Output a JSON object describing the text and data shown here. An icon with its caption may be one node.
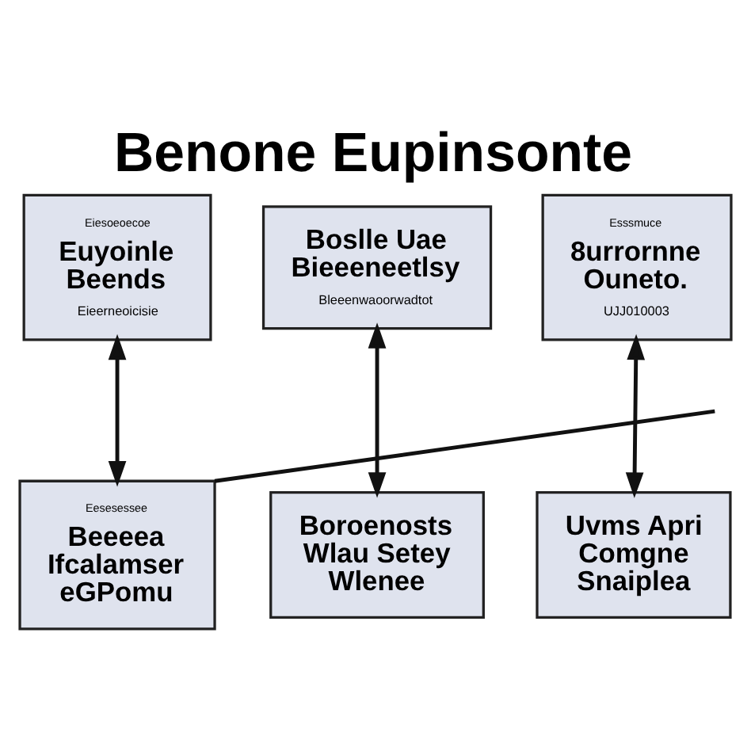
{
  "diagram": {
    "title": "Benone Eupinsonte",
    "nodes": [
      {
        "text": [
          "Eiesoeoecoe",
          "Euyoinle Beends",
          "Eieerneoicisie"
        ]
      },
      {
        "text": [
          "Boslle Uae Bieeeneetlsy",
          "Bleeenwaoorwadtot"
        ]
      },
      {
        "text": [
          "Esssmuce",
          "8urrornne Ouneto.",
          "UJJ010003"
        ]
      },
      {
        "text": [
          "Eesesessee",
          "Beeeea Ifcalamser eGPomu"
        ]
      },
      {
        "text": [
          "Boroenosts Wlau Setey Wlenee"
        ]
      },
      {
        "text": [
          "Uvms Apri Comgne Snaiplea"
        ]
      }
    ],
    "edges": [
      {
        "from": 0,
        "to": 3,
        "arrow": "both"
      },
      {
        "from": 1,
        "to": 4,
        "arrow": "both"
      },
      {
        "from": 2,
        "to": 5,
        "arrow": "both"
      },
      {
        "from": 3,
        "to": null,
        "arrow": "none"
      }
    ]
  }
}
